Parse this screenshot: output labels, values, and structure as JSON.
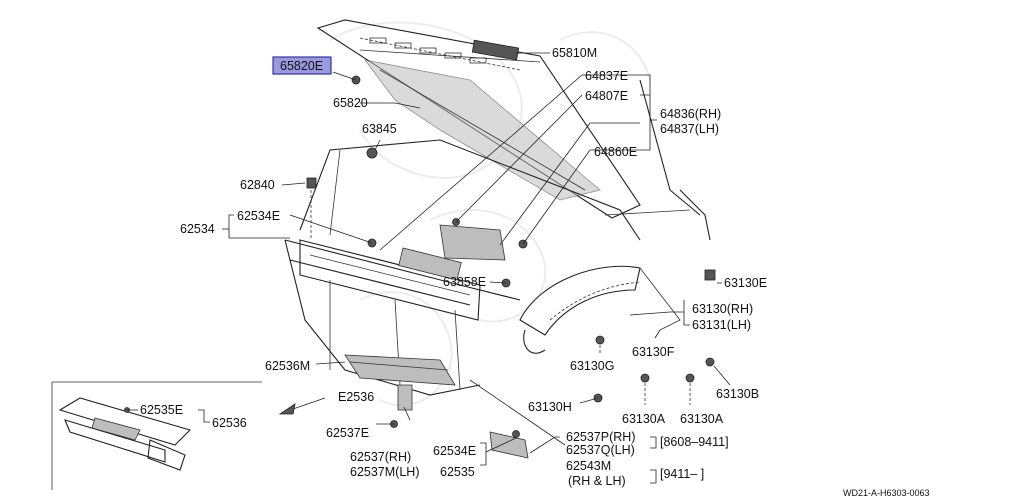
{
  "highlight": {
    "color": "#9999dd"
  },
  "labels": {
    "p65820E": "65820E",
    "p65810M": "65810M",
    "p64837E": "64837E",
    "p64807E": "64807E",
    "p64836": "64836(RH)",
    "p64837LH": "64837(LH)",
    "p65820": "65820",
    "p63845": "63845",
    "p64860E": "64860E",
    "p62840": "62840",
    "p62534E_top": "62534E",
    "p62534": "62534",
    "p63858E": "63858E",
    "p63130E": "63130E",
    "p63130RH": "63130(RH)",
    "p63131LH": "63131(LH)",
    "p63130F": "63130F",
    "p63130G": "63130G",
    "p63130B": "63130B",
    "p62536M": "62536M",
    "p62536": "E2536",
    "p62535E": "62535E",
    "p62536_inset": "62536",
    "p63130H": "63130H",
    "p63130A_1": "63130A",
    "p63130A_2": "63130A",
    "p62537E": "62537E",
    "p62537P": "62537P(RH)",
    "p62537Q": "62537Q(LH)",
    "p62537RH": "62537(RH)",
    "p62537MLH": "62537M(LH)",
    "p62534E_bot": "62534E",
    "p62535": "62535",
    "p62543M": "62543M",
    "rh_lh": "(RH & LH)",
    "date1": "[8608–9411]",
    "date2": "[9411–     ]",
    "footer_code": "WD21-A-H6303-0063"
  }
}
